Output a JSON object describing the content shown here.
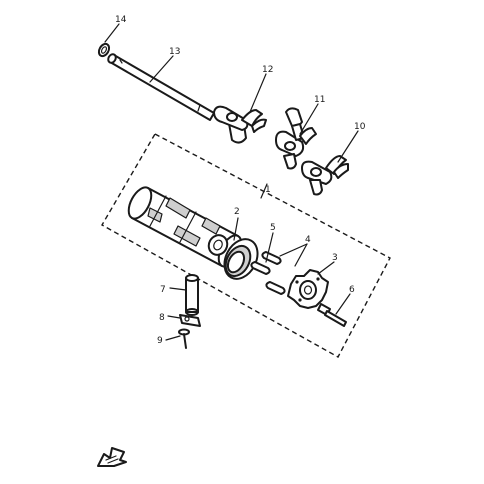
{
  "diagram": {
    "parts": [
      {
        "key": "p1",
        "label": "1"
      },
      {
        "key": "p2",
        "label": "2"
      },
      {
        "key": "p3",
        "label": "3"
      },
      {
        "key": "p4",
        "label": "4"
      },
      {
        "key": "p5",
        "label": "5"
      },
      {
        "key": "p6",
        "label": "6"
      },
      {
        "key": "p7",
        "label": "7"
      },
      {
        "key": "p8",
        "label": "8"
      },
      {
        "key": "p9",
        "label": "9"
      },
      {
        "key": "p10",
        "label": "10"
      },
      {
        "key": "p11",
        "label": "11"
      },
      {
        "key": "p12",
        "label": "12"
      },
      {
        "key": "p13",
        "label": "13"
      },
      {
        "key": "p14",
        "label": "14"
      }
    ],
    "colors": {
      "ink": "#1a1a1a",
      "background": "#ffffff"
    },
    "icons": {
      "front_arrow": "front-arrow-icon"
    }
  }
}
